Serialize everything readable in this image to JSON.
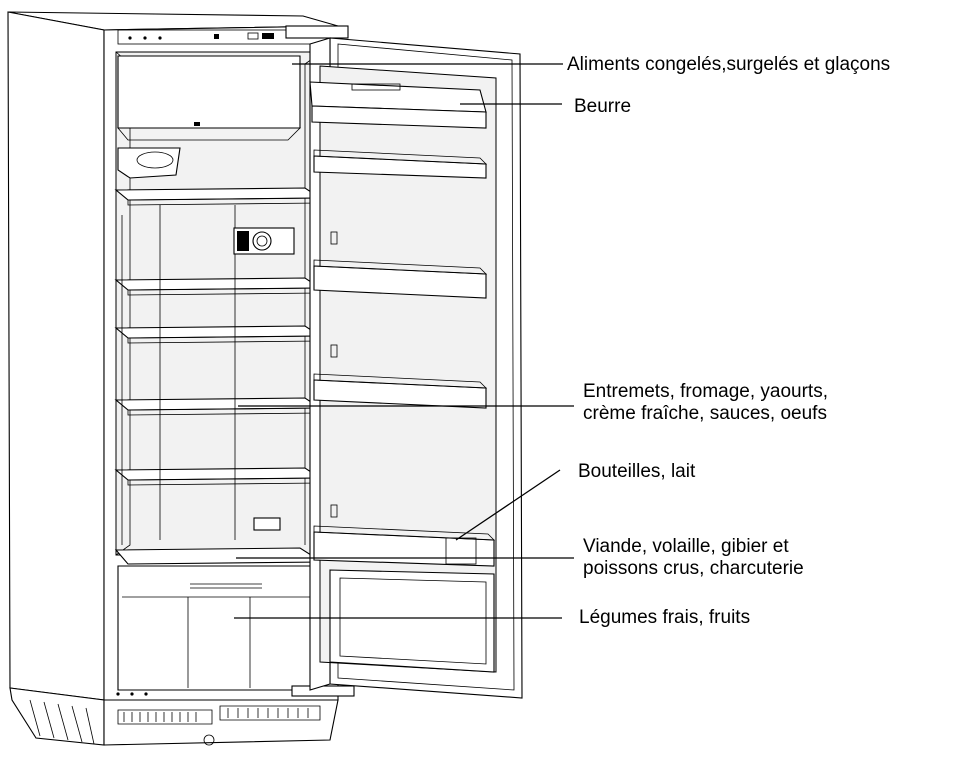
{
  "labels": {
    "freezer": "Aliments congelés,surgelés et glaçons",
    "butter": "Beurre",
    "desserts_line1": "Entremets, fromage, yaourts,",
    "desserts_line2": "crème fraîche, sauces, oeufs",
    "bottles": "Bouteilles, lait",
    "meat_line1": "Viande, volaille, gibier et",
    "meat_line2": "poissons crus, charcuterie",
    "vegetables": "Légumes frais, fruits"
  }
}
